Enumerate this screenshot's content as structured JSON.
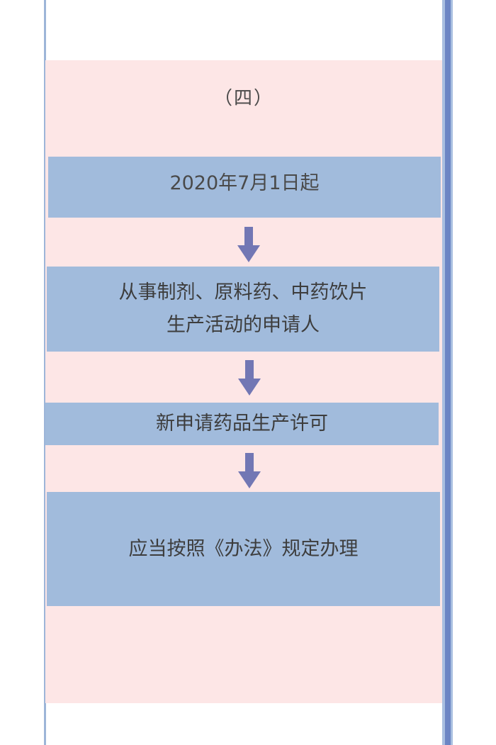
{
  "colors": {
    "panel_background": "#fde6e6",
    "box_fill": "#a1bbdc",
    "arrow_fill": "#7277b4",
    "left_rule": "#9db5d8",
    "right_rule_dark": "#6c85c4",
    "right_rule_light": "#a9bfe0",
    "text": "#444444"
  },
  "section": {
    "label": "（四）"
  },
  "flow": {
    "steps": [
      {
        "lines": [
          "2020年7月1日起"
        ]
      },
      {
        "lines": [
          "从事制剂、原料药、中药饮片",
          "生产活动的申请人"
        ]
      },
      {
        "lines": [
          "新申请药品生产许可"
        ]
      },
      {
        "lines": [
          "应当按照《办法》规定办理"
        ]
      }
    ],
    "arrows": [
      {
        "icon": "down-arrow-icon"
      },
      {
        "icon": "down-arrow-icon"
      },
      {
        "icon": "down-arrow-icon"
      }
    ]
  }
}
